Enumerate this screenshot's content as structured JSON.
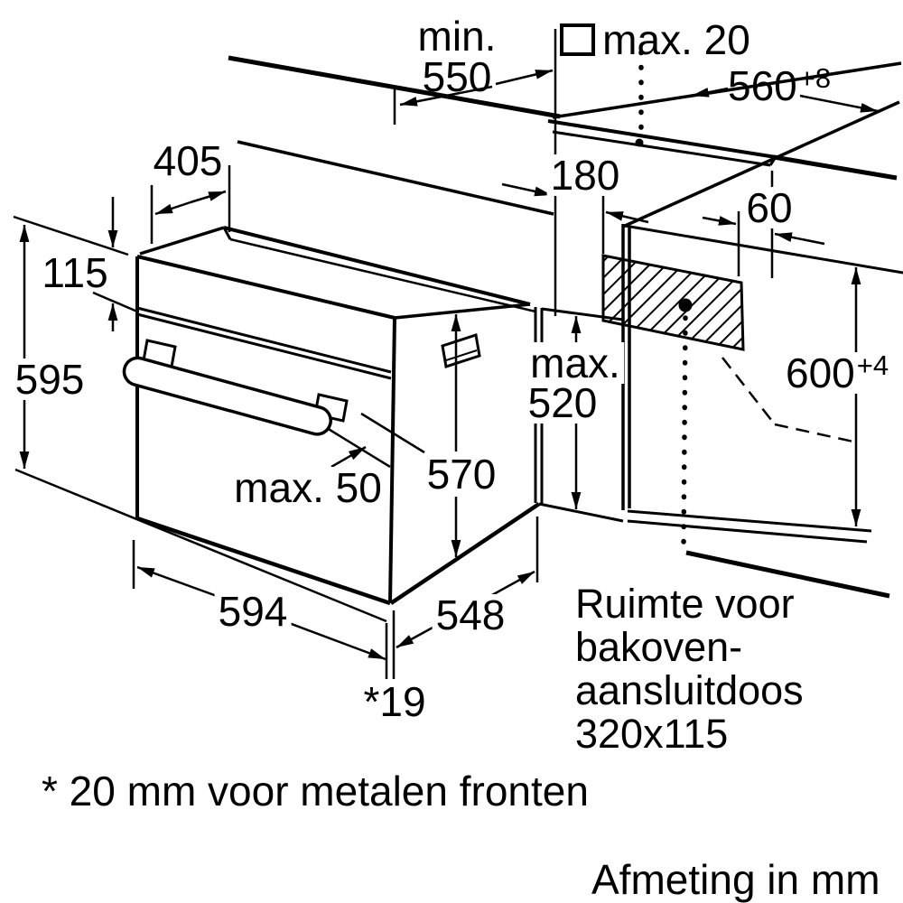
{
  "colors": {
    "ink": "#000000",
    "background": "#ffffff"
  },
  "labels": {
    "min_word": "min.",
    "min_value": "550",
    "square_max": "max. 20",
    "width_top": "560",
    "width_top_tol": "+8",
    "top_depth": "405",
    "panel_height": "115",
    "oven_height": "595",
    "box_offset_depth": "180",
    "box_offset_side": "60",
    "niche_max_word": "max.",
    "niche_max_value": "520",
    "niche_height": "600",
    "niche_height_tol": "+4",
    "oven_side_height": "570",
    "handle_clearance": "max. 50",
    "oven_width": "594",
    "oven_depth": "548",
    "door_thickness": "*19"
  },
  "notes": {
    "connection_box_line1": "Ruimte voor",
    "connection_box_line2": "bakoven-",
    "connection_box_line3": "aansluitdoos",
    "connection_box_line4": "320x115",
    "footnote": "* 20 mm voor metalen fronten",
    "units_caption": "Afmeting in mm"
  }
}
